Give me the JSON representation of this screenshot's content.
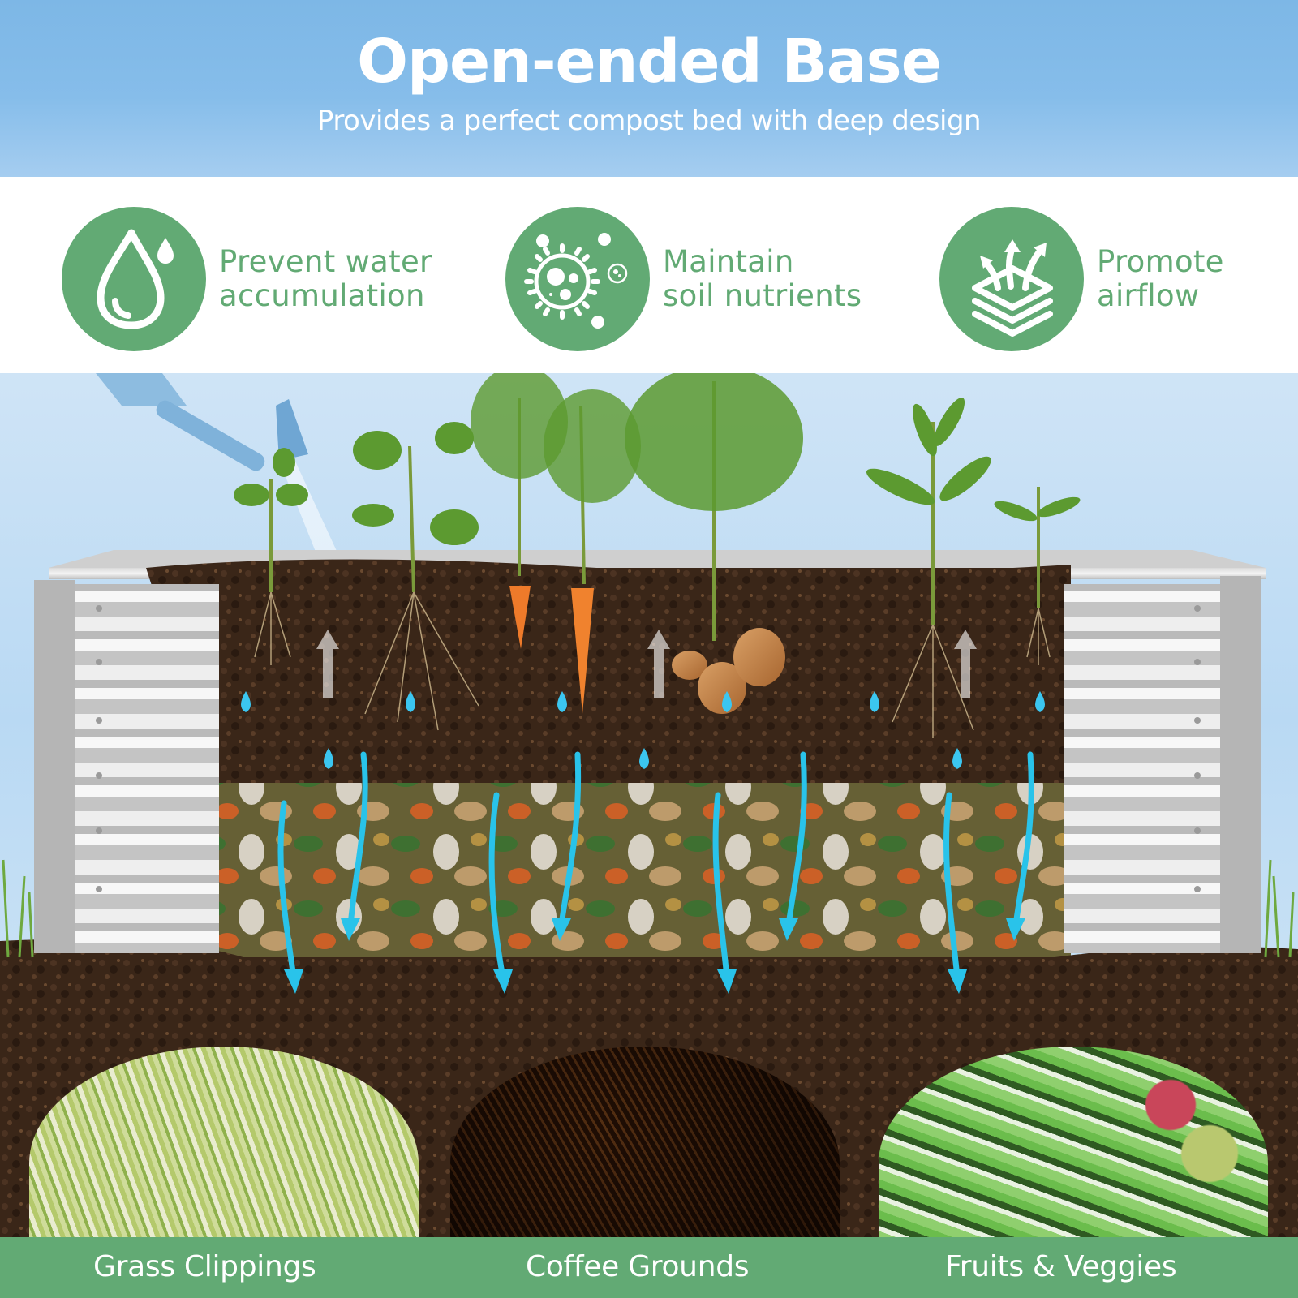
{
  "header": {
    "title": "Open-ended Base",
    "subtitle": "Provides a perfect compost bed with deep design"
  },
  "features": [
    {
      "icon": "water-drop-icon",
      "line1": "Prevent water",
      "line2": "accumulation"
    },
    {
      "icon": "microbe-icon",
      "line1": "Maintain",
      "line2": "soil nutrients"
    },
    {
      "icon": "airflow-layers-icon",
      "line1": "Promote",
      "line2": "airflow"
    }
  ],
  "compost_materials": [
    {
      "label": "Grass Clippings"
    },
    {
      "label": "Coffee Grounds"
    },
    {
      "label": "Fruits & Veggies"
    }
  ],
  "colors": {
    "accent_green": "#62aa74",
    "header_blue": "#86bdea",
    "water_blue": "#29c3ea",
    "soil_brown": "#3a2618"
  }
}
